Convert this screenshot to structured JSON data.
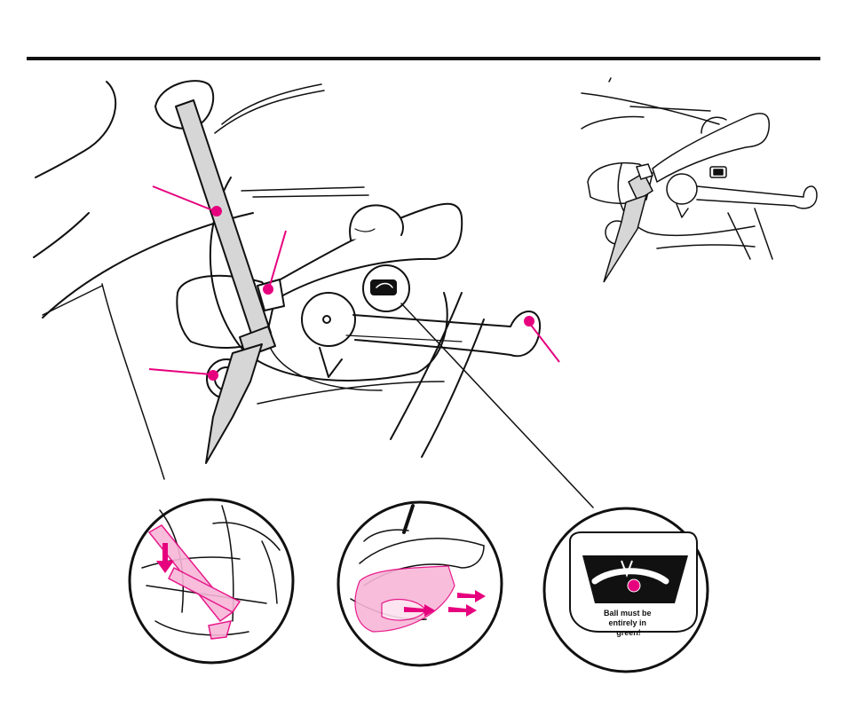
{
  "figure": {
    "indicator_label_lines": [
      "Ball must be",
      "entirely in",
      "green!"
    ]
  },
  "colors": {
    "ink": "#111111",
    "accent": "#e6007e",
    "accent_light": "#f7b6d8",
    "belt_fill": "#d6d6d6",
    "background": "#ffffff"
  },
  "icons": {
    "marker": "magenta-dot-marker",
    "arrow": "magenta-arrow-icon",
    "badge": "level-indicator-badge"
  }
}
